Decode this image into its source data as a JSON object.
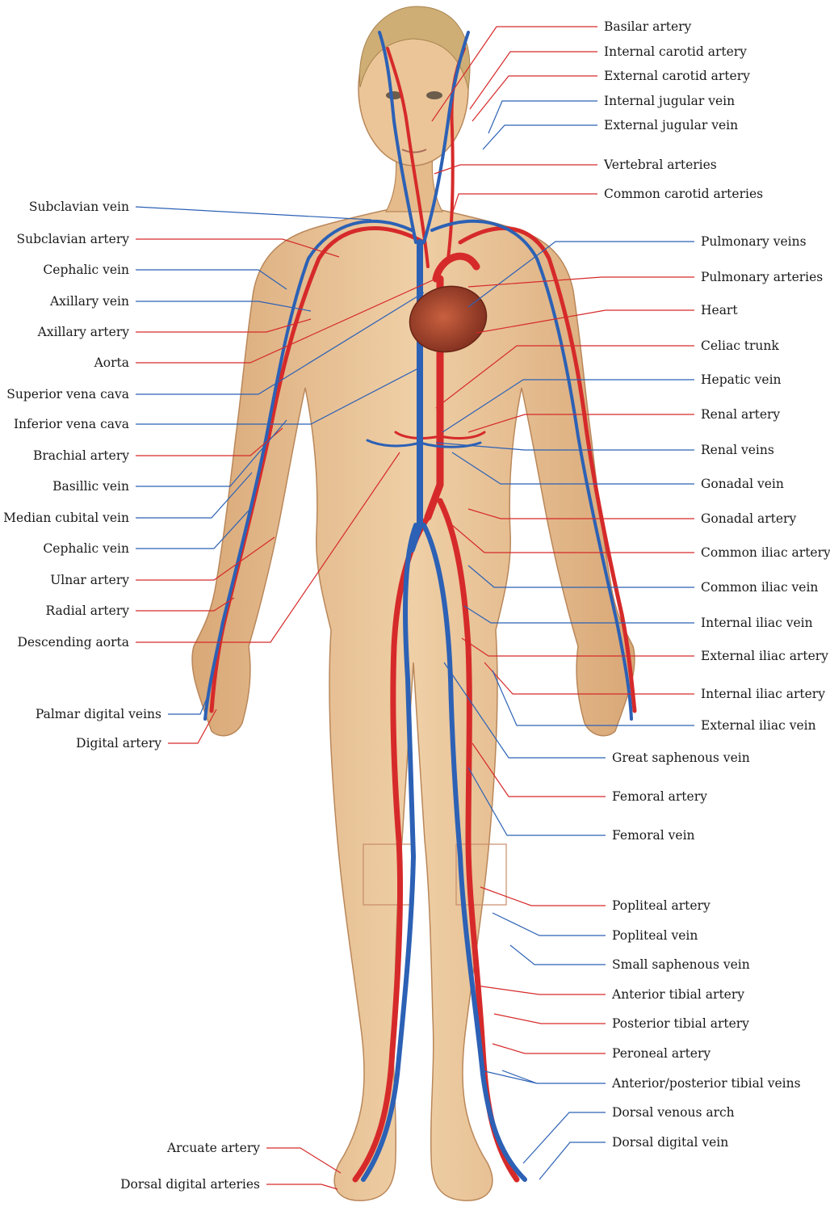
{
  "colors": {
    "artery": "#d62a2a",
    "vein": "#2c61b5",
    "skin": "#e9c396",
    "skin_shadow": "#c99a6a",
    "hair": "#c9a56a",
    "heart": "#a8452f"
  },
  "labels_right": [
    {
      "id": "basilar-artery",
      "text": "Basilar artery",
      "kind": "artery"
    },
    {
      "id": "internal-carotid-artery",
      "text": "Internal carotid artery",
      "kind": "artery"
    },
    {
      "id": "external-carotid-artery",
      "text": "External carotid artery",
      "kind": "artery"
    },
    {
      "id": "internal-jugular-vein",
      "text": "Internal jugular vein",
      "kind": "vein"
    },
    {
      "id": "external-jugular-vein",
      "text": "External jugular vein",
      "kind": "vein"
    },
    {
      "id": "vertebral-arteries",
      "text": "Vertebral arteries",
      "kind": "artery"
    },
    {
      "id": "common-carotid-arteries",
      "text": "Common carotid arteries",
      "kind": "artery"
    },
    {
      "id": "pulmonary-veins",
      "text": "Pulmonary veins",
      "kind": "vein"
    },
    {
      "id": "pulmonary-arteries",
      "text": "Pulmonary arteries",
      "kind": "artery"
    },
    {
      "id": "heart",
      "text": "Heart",
      "kind": "artery"
    },
    {
      "id": "celiac-trunk",
      "text": "Celiac trunk",
      "kind": "artery"
    },
    {
      "id": "hepatic-vein",
      "text": "Hepatic vein",
      "kind": "vein"
    },
    {
      "id": "renal-artery",
      "text": "Renal artery",
      "kind": "artery"
    },
    {
      "id": "renal-veins",
      "text": "Renal veins",
      "kind": "vein"
    },
    {
      "id": "gonadal-vein",
      "text": "Gonadal vein",
      "kind": "vein"
    },
    {
      "id": "gonadal-artery",
      "text": "Gonadal artery",
      "kind": "artery"
    },
    {
      "id": "common-iliac-artery",
      "text": "Common iliac artery",
      "kind": "artery"
    },
    {
      "id": "common-iliac-vein",
      "text": "Common iliac vein",
      "kind": "vein"
    },
    {
      "id": "internal-iliac-vein",
      "text": "Internal iliac vein",
      "kind": "vein"
    },
    {
      "id": "external-iliac-artery",
      "text": "External iliac artery",
      "kind": "artery"
    },
    {
      "id": "internal-iliac-artery",
      "text": "Internal iliac artery",
      "kind": "artery"
    },
    {
      "id": "external-iliac-vein",
      "text": "External iliac vein",
      "kind": "vein"
    },
    {
      "id": "great-saphenous-vein",
      "text": "Great saphenous vein",
      "kind": "vein"
    },
    {
      "id": "femoral-artery",
      "text": "Femoral artery",
      "kind": "artery"
    },
    {
      "id": "femoral-vein",
      "text": "Femoral vein",
      "kind": "vein"
    },
    {
      "id": "popliteal-artery",
      "text": "Popliteal artery",
      "kind": "artery"
    },
    {
      "id": "popliteal-vein",
      "text": "Popliteal vein",
      "kind": "vein"
    },
    {
      "id": "small-saphenous-vein",
      "text": "Small saphenous vein",
      "kind": "vein"
    },
    {
      "id": "anterior-tibial-artery",
      "text": "Anterior tibial artery",
      "kind": "artery"
    },
    {
      "id": "posterior-tibial-artery",
      "text": "Posterior tibial artery",
      "kind": "artery"
    },
    {
      "id": "peroneal-artery",
      "text": "Peroneal artery",
      "kind": "artery"
    },
    {
      "id": "anterior-posterior-tibial-veins",
      "text": "Anterior/posterior tibial veins",
      "kind": "vein"
    },
    {
      "id": "dorsal-venous-arch",
      "text": "Dorsal venous arch",
      "kind": "vein"
    },
    {
      "id": "dorsal-digital-vein",
      "text": "Dorsal digital vein",
      "kind": "vein"
    }
  ],
  "labels_left": [
    {
      "id": "subclavian-vein",
      "text": "Subclavian vein",
      "kind": "vein"
    },
    {
      "id": "subclavian-artery",
      "text": "Subclavian artery",
      "kind": "artery"
    },
    {
      "id": "cephalic-vein-upper",
      "text": "Cephalic vein",
      "kind": "vein"
    },
    {
      "id": "axillary-vein",
      "text": "Axillary vein",
      "kind": "vein"
    },
    {
      "id": "axillary-artery",
      "text": "Axillary artery",
      "kind": "artery"
    },
    {
      "id": "aorta",
      "text": "Aorta",
      "kind": "artery"
    },
    {
      "id": "superior-vena-cava",
      "text": "Superior vena cava",
      "kind": "vein"
    },
    {
      "id": "inferior-vena-cava",
      "text": "Inferior vena cava",
      "kind": "vein"
    },
    {
      "id": "brachial-artery",
      "text": "Brachial artery",
      "kind": "artery"
    },
    {
      "id": "basillic-vein",
      "text": "Basillic vein",
      "kind": "vein"
    },
    {
      "id": "median-cubital-vein",
      "text": "Median cubital vein",
      "kind": "vein"
    },
    {
      "id": "cephalic-vein-lower",
      "text": "Cephalic vein",
      "kind": "vein"
    },
    {
      "id": "ulnar-artery",
      "text": "Ulnar artery",
      "kind": "artery"
    },
    {
      "id": "radial-artery",
      "text": "Radial artery",
      "kind": "artery"
    },
    {
      "id": "descending-aorta",
      "text": "Descending aorta",
      "kind": "artery"
    },
    {
      "id": "palmar-digital-veins",
      "text": "Palmar digital veins",
      "kind": "vein"
    },
    {
      "id": "digital-artery",
      "text": "Digital artery",
      "kind": "artery"
    },
    {
      "id": "arcuate-artery",
      "text": "Arcuate artery",
      "kind": "artery"
    },
    {
      "id": "dorsal-digital-arteries",
      "text": "Dorsal digital arteries",
      "kind": "artery"
    }
  ]
}
